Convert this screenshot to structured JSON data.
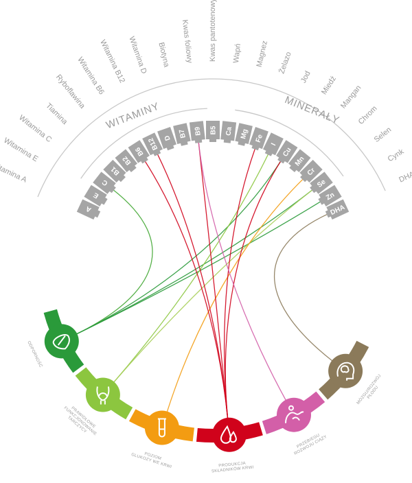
{
  "vitamins_title": "WITAMINY",
  "minerals_title": "MINERAŁY",
  "nutrients": [
    {
      "code": "A",
      "name": "Witamina A"
    },
    {
      "code": "E",
      "name": "Witamina E"
    },
    {
      "code": "C",
      "name": "Witamina C"
    },
    {
      "code": "B1",
      "name": "Tiamina"
    },
    {
      "code": "B2",
      "name": "Ryboflawina"
    },
    {
      "code": "B6",
      "name": "Witamina B6"
    },
    {
      "code": "B12",
      "name": "Witamina B12"
    },
    {
      "code": "D",
      "name": "Witamina D"
    },
    {
      "code": "B7",
      "name": "Biotyna"
    },
    {
      "code": "B9",
      "name": "Kwas foliowy"
    },
    {
      "code": "B5",
      "name": "Kwas pantotenowy"
    },
    {
      "code": "Ca",
      "name": "Wapń"
    },
    {
      "code": "Mg",
      "name": "Magnez"
    },
    {
      "code": "Fe",
      "name": "Żelazo"
    },
    {
      "code": "I",
      "name": "Jod"
    },
    {
      "code": "Cu",
      "name": "Miedź"
    },
    {
      "code": "Mn",
      "name": "Mangan"
    },
    {
      "code": "Cr",
      "name": "Chrom"
    },
    {
      "code": "Se",
      "name": "Selen"
    },
    {
      "code": "Zn",
      "name": "Cynk"
    },
    {
      "code": "DHA",
      "name": "DHA"
    }
  ],
  "categories": [
    {
      "id": "immunity",
      "lines": [
        "ODPORNOŚĆ"
      ],
      "color": "#2a9a3a",
      "icon": "shield-icon"
    },
    {
      "id": "thyroid",
      "lines": [
        "PRAWIDŁOWE",
        "FUNKCJONOWANIE",
        "TARCZYCY"
      ],
      "color": "#8cc63f",
      "icon": "thyroid-icon"
    },
    {
      "id": "glucose",
      "lines": [
        "POZIOM",
        "GLUKOZY WE KRWI"
      ],
      "color": "#f39c12",
      "icon": "test-tube-icon"
    },
    {
      "id": "blood",
      "lines": [
        "PRODUKCJA",
        "SKŁADNIKÓW KRWI"
      ],
      "color": "#d0021b",
      "icon": "blood-drop-icon"
    },
    {
      "id": "pregnancy",
      "lines": [
        "PRZEBIEGU",
        "ROZWOJU CIĄŻY"
      ],
      "color": "#d35fa8",
      "icon": "pregnancy-icon"
    },
    {
      "id": "brain",
      "lines": [
        "MÓZGU/ROZWÓJ",
        "PŁODU"
      ],
      "color": "#8b7a5a",
      "icon": "brain-icon"
    }
  ],
  "links": [
    {
      "from": "C",
      "to": "immunity",
      "color": "#45a836"
    },
    {
      "from": "Zn",
      "to": "immunity",
      "color": "#2a9a3a"
    },
    {
      "from": "Se",
      "to": "immunity",
      "color": "#2a9a3a"
    },
    {
      "from": "Cu",
      "to": "immunity",
      "color": "#2a9a3a"
    },
    {
      "from": "I",
      "to": "thyroid",
      "color": "#8cc63f"
    },
    {
      "from": "Se",
      "to": "thyroid",
      "color": "#a8cf5a"
    },
    {
      "from": "Cr",
      "to": "glucose",
      "color": "#f39c12"
    },
    {
      "from": "B6",
      "to": "blood",
      "color": "#d0021b"
    },
    {
      "from": "B12",
      "to": "blood",
      "color": "#d0021b"
    },
    {
      "from": "B9",
      "to": "blood",
      "color": "#d0021b"
    },
    {
      "from": "Fe",
      "to": "blood",
      "color": "#d0021b"
    },
    {
      "from": "Cu",
      "to": "blood",
      "color": "#d0021b"
    },
    {
      "from": "B9",
      "to": "pregnancy",
      "color": "#d35fa8"
    },
    {
      "from": "DHA",
      "to": "brain",
      "color": "#8b7a5a"
    }
  ]
}
